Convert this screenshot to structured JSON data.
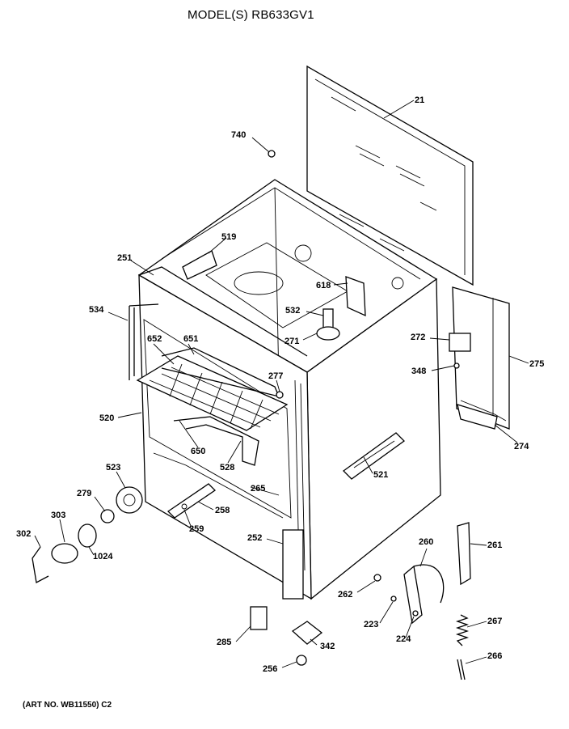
{
  "header": {
    "title": "MODEL(S) RB633GV1"
  },
  "footer": {
    "art_number": "(ART NO. WB11550) C2"
  },
  "labels": {
    "p21": "21",
    "p740": "740",
    "p519": "519",
    "p251": "251",
    "p618": "618",
    "p534": "534",
    "p532": "532",
    "p652": "652",
    "p651": "651",
    "p271": "271",
    "p272": "272",
    "p275": "275",
    "p348": "348",
    "p277": "277",
    "p520": "520",
    "p650": "650",
    "p528": "528",
    "p521": "521",
    "p274": "274",
    "p523": "523",
    "p265": "265",
    "p279": "279",
    "p258": "258",
    "p303": "303",
    "p259": "259",
    "p302": "302",
    "p1024": "1024",
    "p252": "252",
    "p260": "260",
    "p261": "261",
    "p262": "262",
    "p223": "223",
    "p224": "224",
    "p285": "285",
    "p342": "342",
    "p267": "267",
    "p256": "256",
    "p266": "266"
  }
}
